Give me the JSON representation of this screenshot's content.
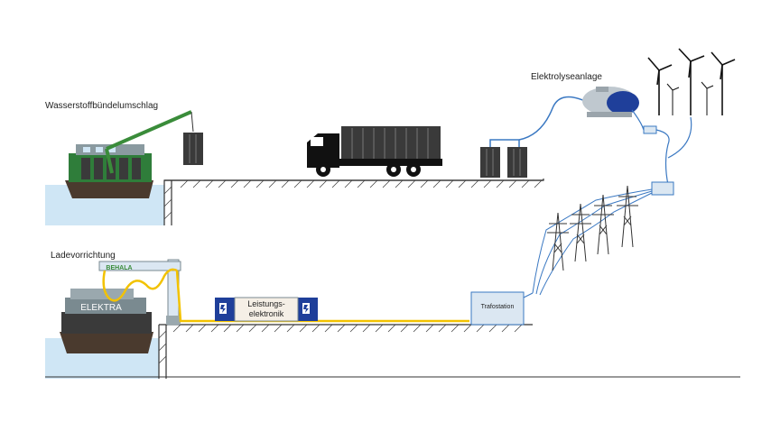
{
  "labels": {
    "bundle_transfer": "Wasserstoffbündelumschlag",
    "charging_device": "Ladevorrichtung",
    "electrolysis": "Elektrolyseanlage",
    "power_electronics_line1": "Leistungs-",
    "power_electronics_line2": "elektronik",
    "transformer_station": "Trafostation",
    "crane_brand": "BEHALA",
    "ship_name": "ELEKTRA"
  },
  "colors": {
    "water": "#cfe6f5",
    "ship_hull": "#4a3a2e",
    "ship_green": "#2f7d3a",
    "crane_green": "#3a8c3a",
    "cable_blue": "#3a78c2",
    "cable_yellow": "#f2c200",
    "charger_blue": "#1f3f9a",
    "box_fill": "#dbe7f2",
    "ground": "#333333"
  },
  "icons": {
    "truck": "truck-icon",
    "wind": "wind-turbine-icon",
    "pylon": "power-pylon-icon",
    "tank": "electrolyser-tank-icon",
    "charger": "ev-charger-icon"
  }
}
